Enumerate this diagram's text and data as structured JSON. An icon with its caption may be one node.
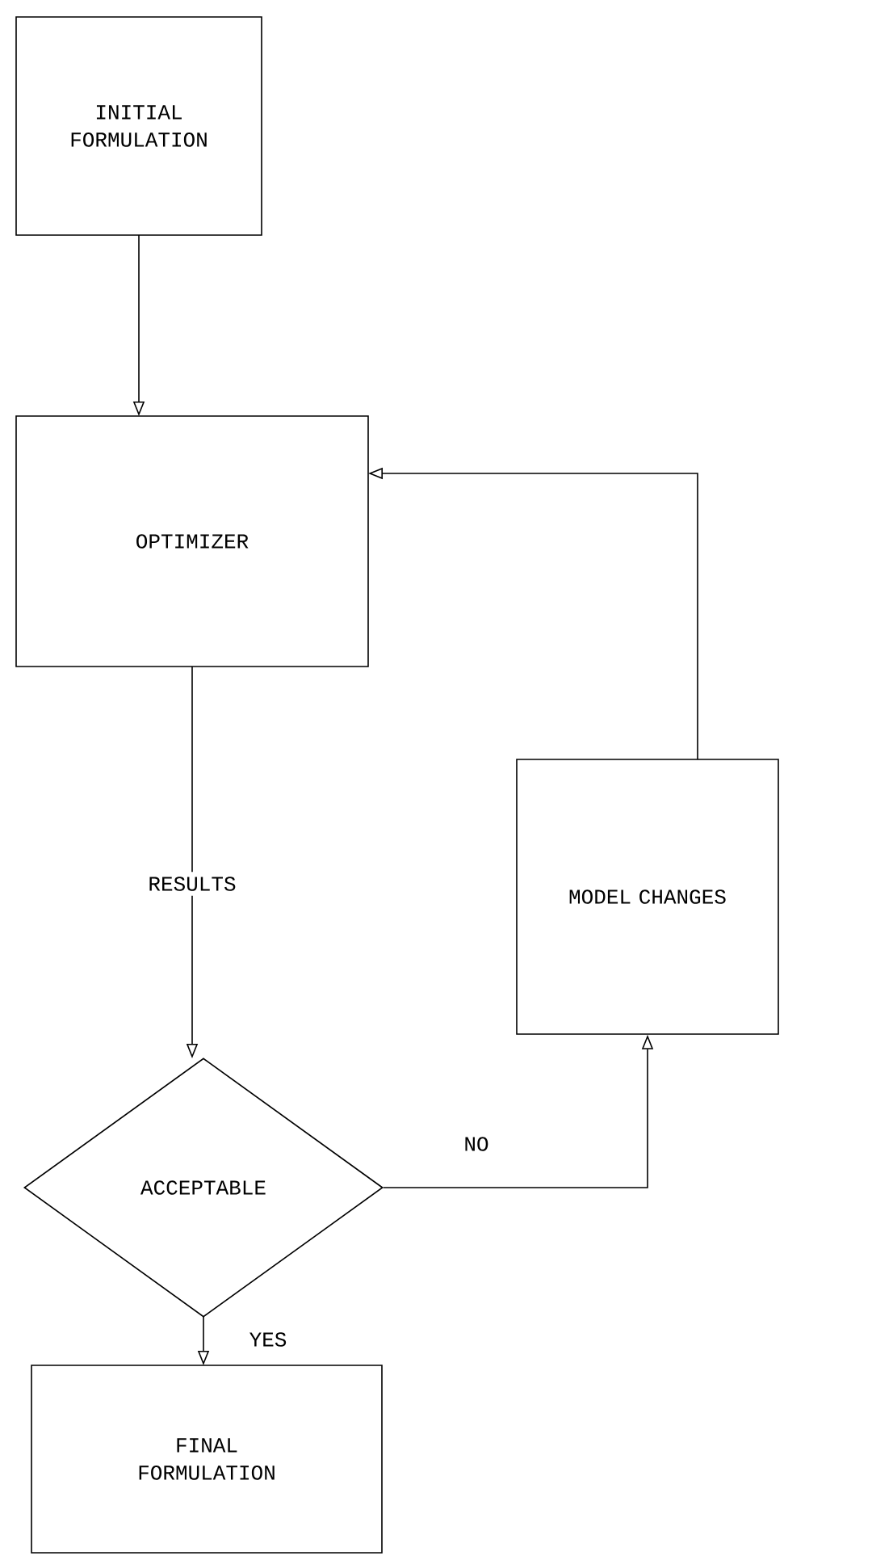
{
  "diagram": {
    "nodes": [
      {
        "text": [
          "INITIAL FORMULATION"
        ]
      },
      {
        "text": [
          "OPTIMIZER"
        ]
      },
      {
        "text": [
          "MODEL CHANGES"
        ]
      },
      {
        "text": [
          "ACCEPTABLE"
        ]
      },
      {
        "text": [
          "FINAL FORMULATION"
        ]
      }
    ],
    "edges": [
      {
        "from": 0,
        "to": 1,
        "arrow": "to"
      },
      {
        "from": 1,
        "to": 3,
        "arrow": "to",
        "label": "RESULTS"
      },
      {
        "from": 3,
        "to": 2,
        "arrow": "to",
        "label": "NO"
      },
      {
        "from": 2,
        "to": 1,
        "arrow": "to"
      },
      {
        "from": 3,
        "to": 4,
        "arrow": "to",
        "label": "YES"
      }
    ]
  }
}
